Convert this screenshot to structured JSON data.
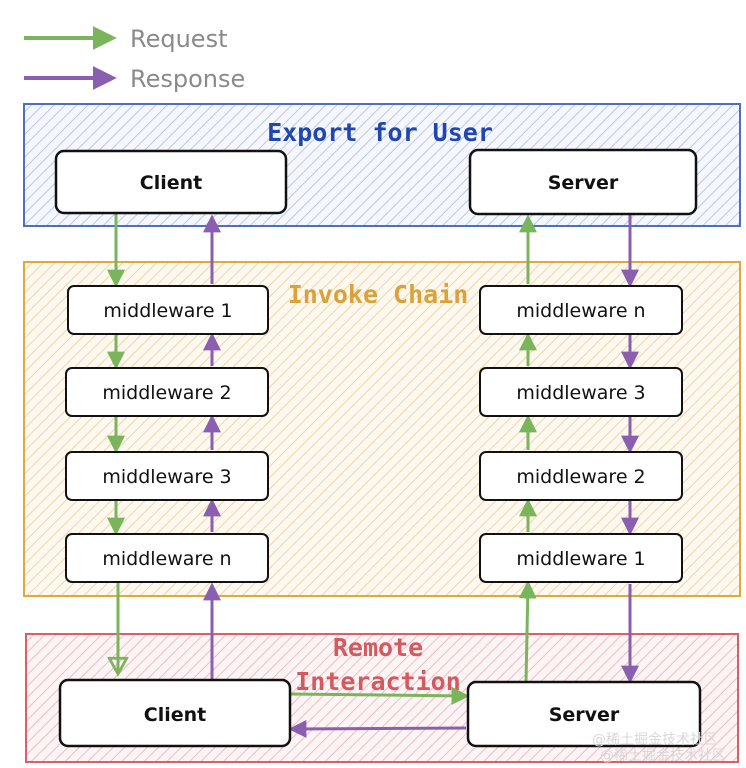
{
  "legend": {
    "request_label": "Request",
    "response_label": "Response"
  },
  "zones": {
    "export": {
      "title": "Export for User"
    },
    "invoke": {
      "title": "Invoke Chain"
    },
    "remote": {
      "title_line1": "Remote",
      "title_line2": "Interaction"
    }
  },
  "client_column": {
    "top_node": "Client",
    "middlewares": [
      "middleware 1",
      "middleware 2",
      "middleware 3",
      "middleware n"
    ],
    "bottom_node": "Client"
  },
  "server_column": {
    "top_node": "Server",
    "middlewares": [
      "middleware n",
      "middleware 3",
      "middleware 2",
      "middleware 1"
    ],
    "bottom_node": "Server"
  },
  "watermark": [
    "@稀土掘金技术社区",
    "@稀土掘金技术社区"
  ],
  "colors": {
    "request": "#7ab55c",
    "response": "#8b5fb0",
    "export_zone": "#4a6fc4",
    "invoke_zone": "#e2a83c",
    "remote_zone": "#d9606a",
    "export_title": "#2046b0",
    "invoke_title": "#d9a23a",
    "remote_title": "#d45a60"
  }
}
